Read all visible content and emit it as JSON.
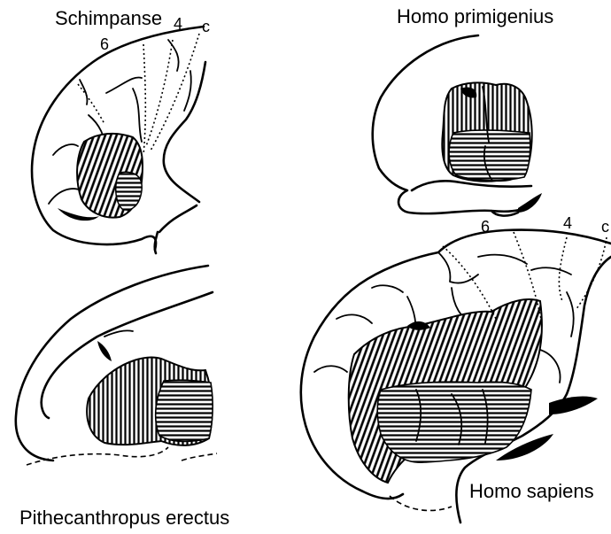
{
  "panels": {
    "chimp": {
      "title": "Schimpanse",
      "areas": [
        "6",
        "4",
        "c"
      ]
    },
    "primigenius": {
      "title": "Homo primigenius"
    },
    "pithecanthropus": {
      "title": "Pithecanthropus erectus"
    },
    "sapiens": {
      "title": "Homo sapiens",
      "areas": [
        "6",
        "4",
        "c"
      ]
    }
  },
  "colors": {
    "ink": "#000000",
    "paper": "#ffffff"
  }
}
